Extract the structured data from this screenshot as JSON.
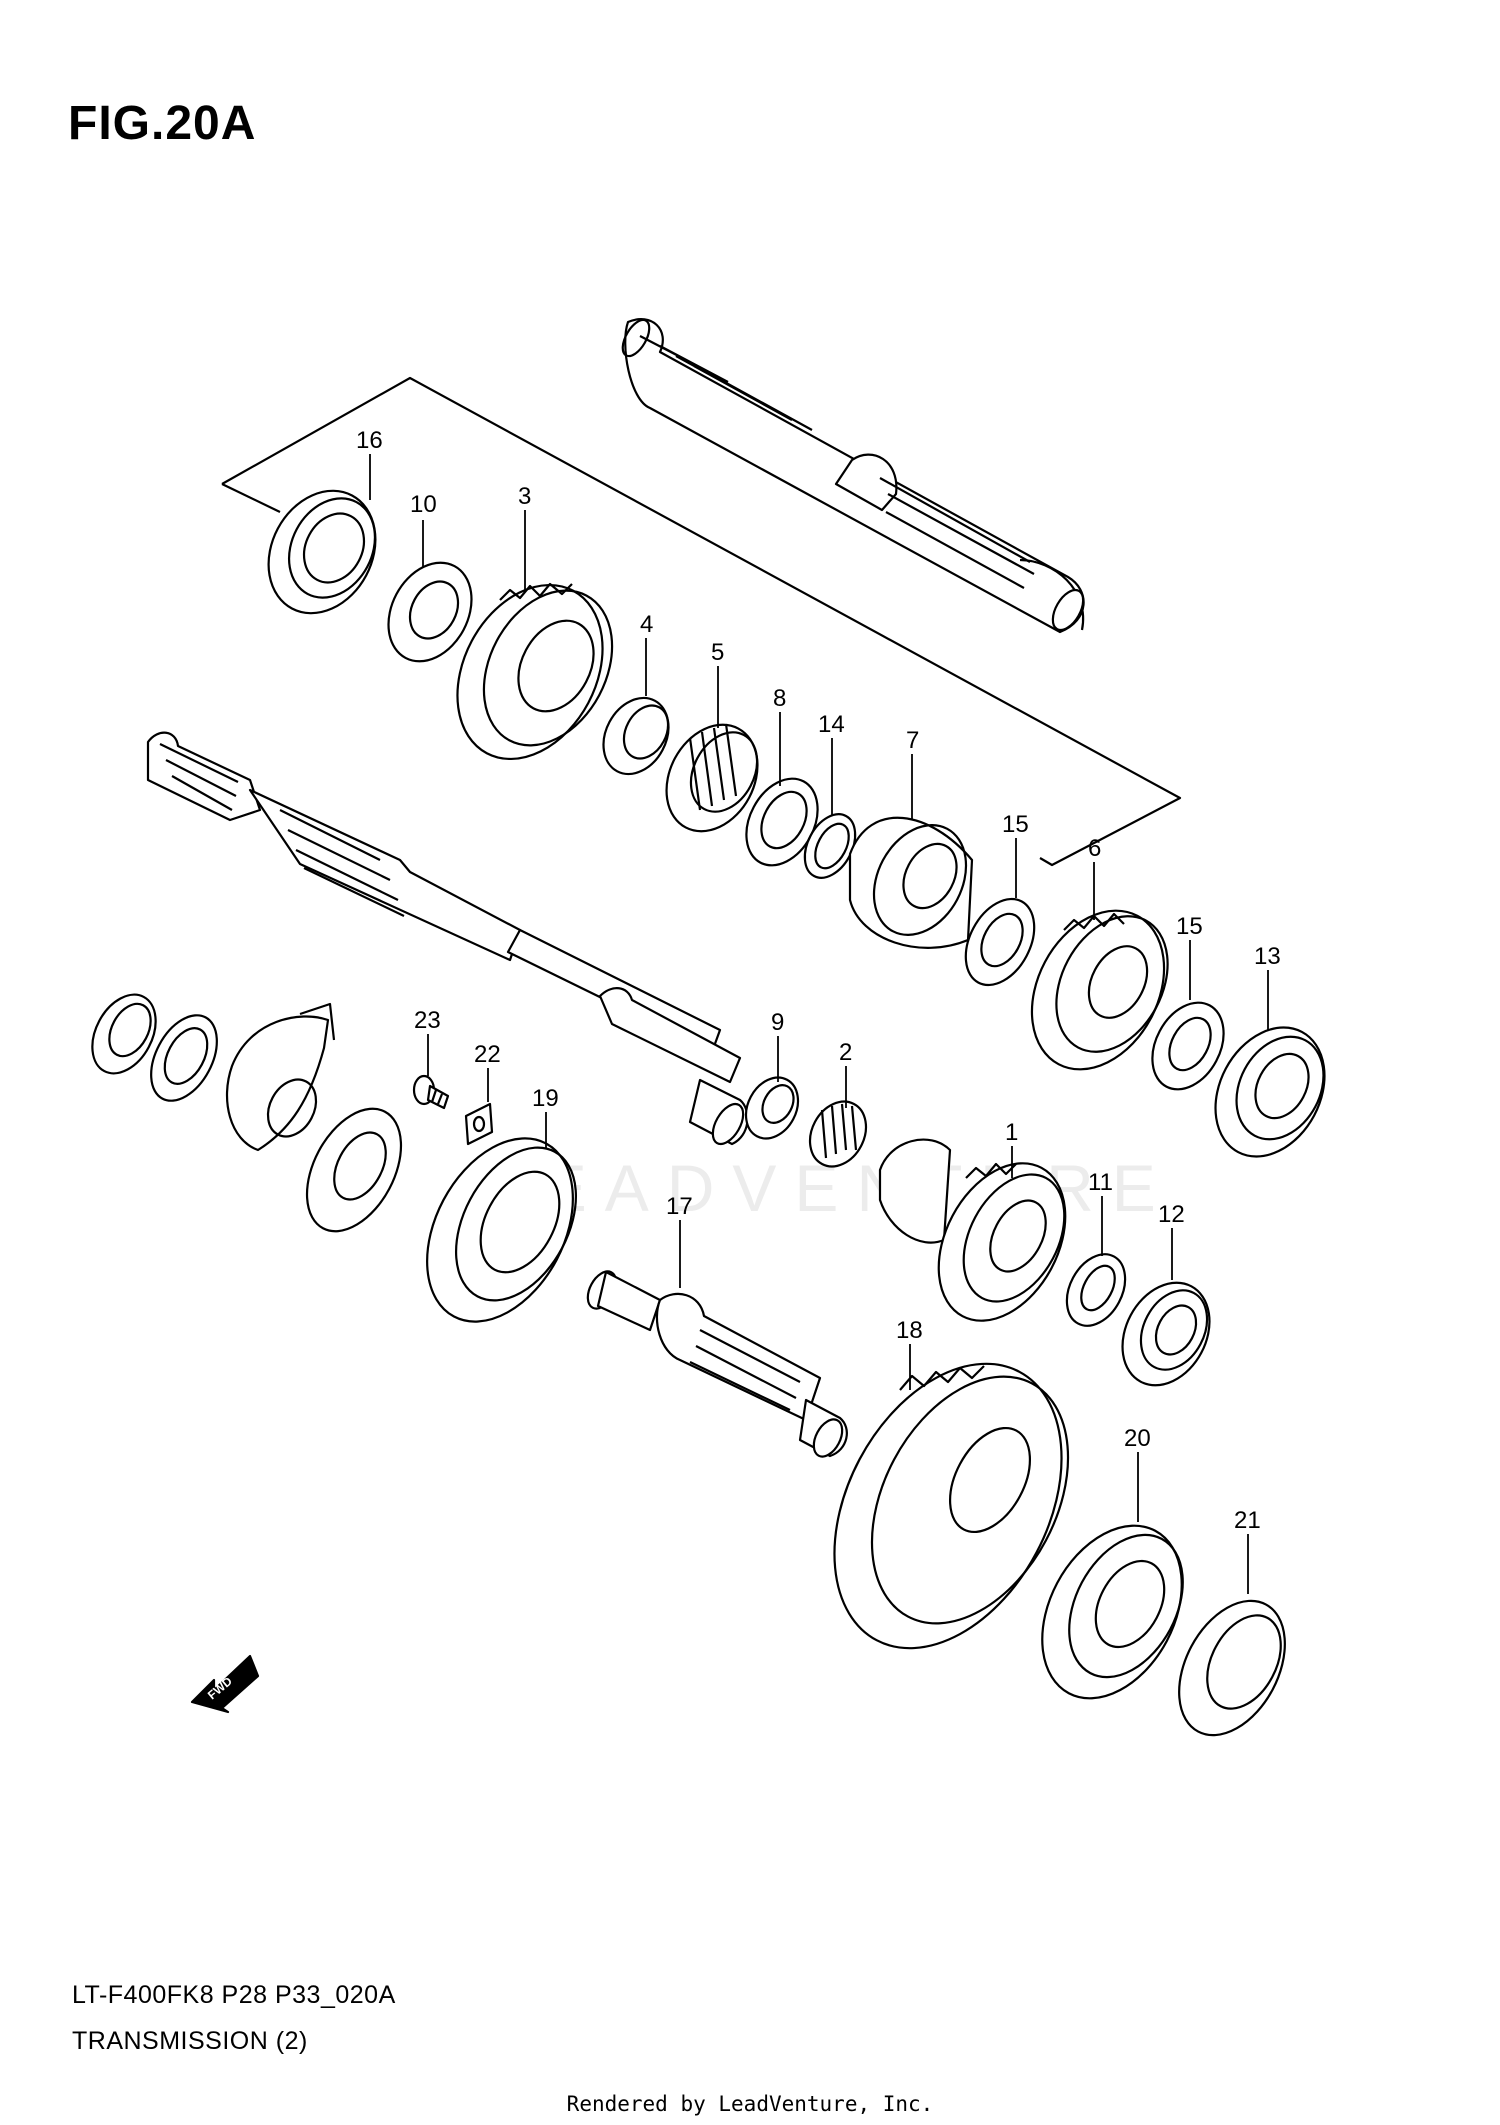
{
  "figure": {
    "title": "FIG.20A",
    "model_code": "LT-F400FK8 P28 P33_020A",
    "section_name": "TRANSMISSION (2)",
    "rendered_by": "Rendered by LeadVenture, Inc.",
    "watermark": "LEADVENTURE",
    "fwd_label": "FWD"
  },
  "callouts": [
    "16",
    "10",
    "3",
    "4",
    "5",
    "8",
    "14",
    "7",
    "15",
    "6",
    "15",
    "13",
    "23",
    "22",
    "19",
    "9",
    "2",
    "1",
    "11",
    "12",
    "17",
    "18",
    "20",
    "21"
  ],
  "colors": {
    "line": "#000000",
    "watermark": "#ececec"
  }
}
